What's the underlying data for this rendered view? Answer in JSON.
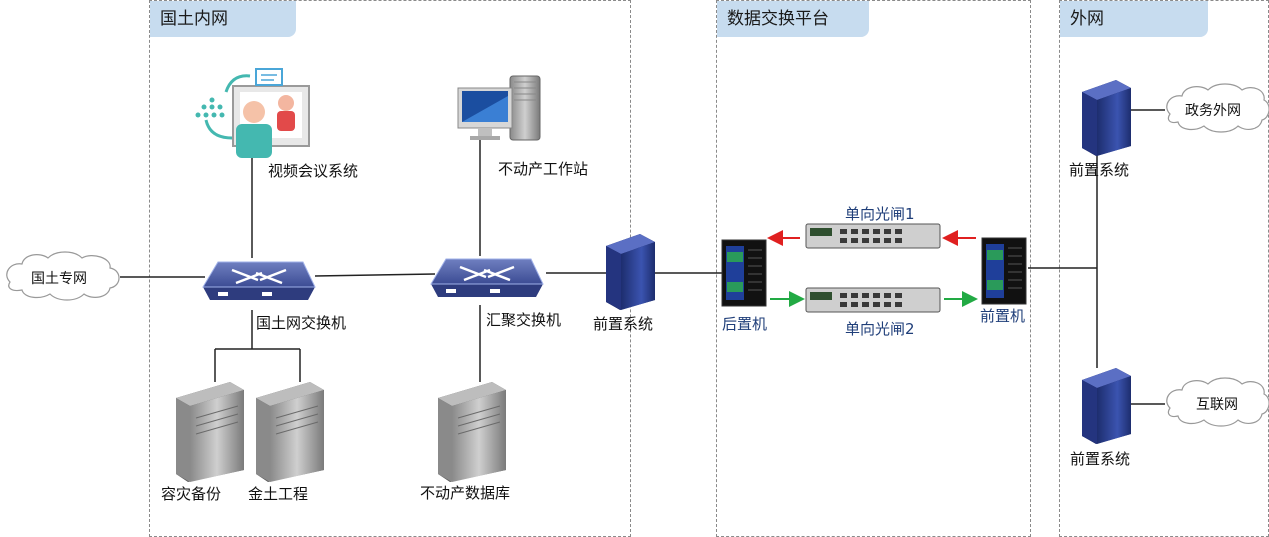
{
  "zones": {
    "inner": "国土内网",
    "exchange": "数据交换平台",
    "outer": "外网"
  },
  "devices": {
    "video": "视频会议系统",
    "workstation": "不动产工作站",
    "land_switch": "国土网交换机",
    "agg_switch": "汇聚交换机",
    "front_inner": "前置系统",
    "backup": "容灾备份",
    "golden": "金土工程",
    "database": "不动产数据库",
    "rear": "后置机",
    "front_exchange": "前置机",
    "gate1": "单向光闸1",
    "gate2": "单向光闸2",
    "front_gov": "前置系统",
    "front_internet": "前置系统"
  },
  "clouds": {
    "land_private": "国土专网",
    "gov_external": "政务外网",
    "internet": "互联网"
  },
  "colors": {
    "zone_title_bg": "#c7dcef",
    "arrow_red": "#e02020",
    "arrow_green": "#22aa44",
    "server_blue": "#2a3f8f",
    "label_blue": "#1f3e79"
  }
}
